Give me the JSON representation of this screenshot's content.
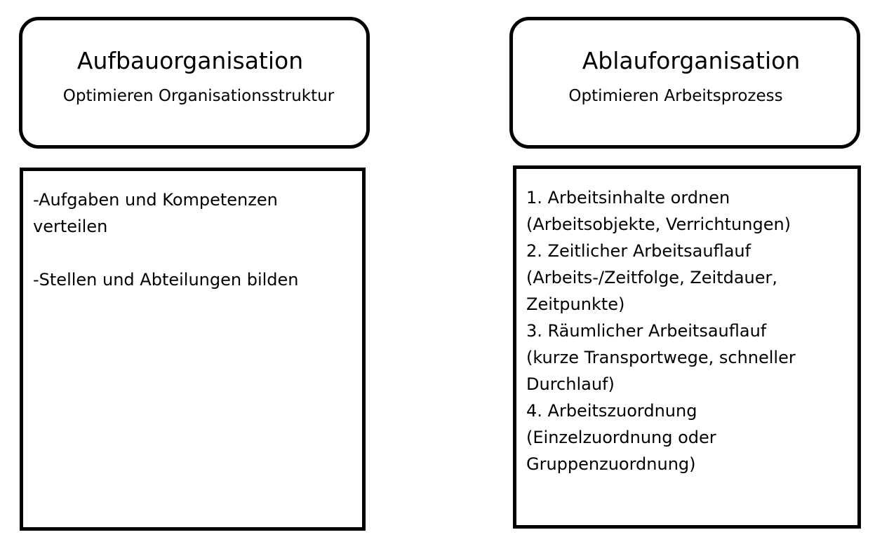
{
  "left": {
    "title": "Aufbauorganisation",
    "subtitle": "Optimieren Organisationsstruktur",
    "lines": [
      "-Aufgaben und Kompetenzen",
      "verteilen",
      "",
      "-Stellen und Abteilungen bilden"
    ]
  },
  "right": {
    "title": "Ablauforganisation",
    "subtitle": "Optimieren Arbeitsprozess",
    "lines": [
      "1. Arbeitsinhalte ordnen",
      "(Arbeitsobjekte, Verrichtungen)",
      "2. Zeitlicher Arbeitsauflauf",
      "(Arbeits-/Zeitfolge, Zeitdauer,",
      "Zeitpunkte)",
      "3. Räumlicher Arbeitsauflauf",
      "(kurze Transportwege, schneller",
      "Durchlauf)",
      "4. Arbeitszuordnung",
      "(Einzelzuordnung oder",
      "Gruppenzuordnung)"
    ]
  }
}
